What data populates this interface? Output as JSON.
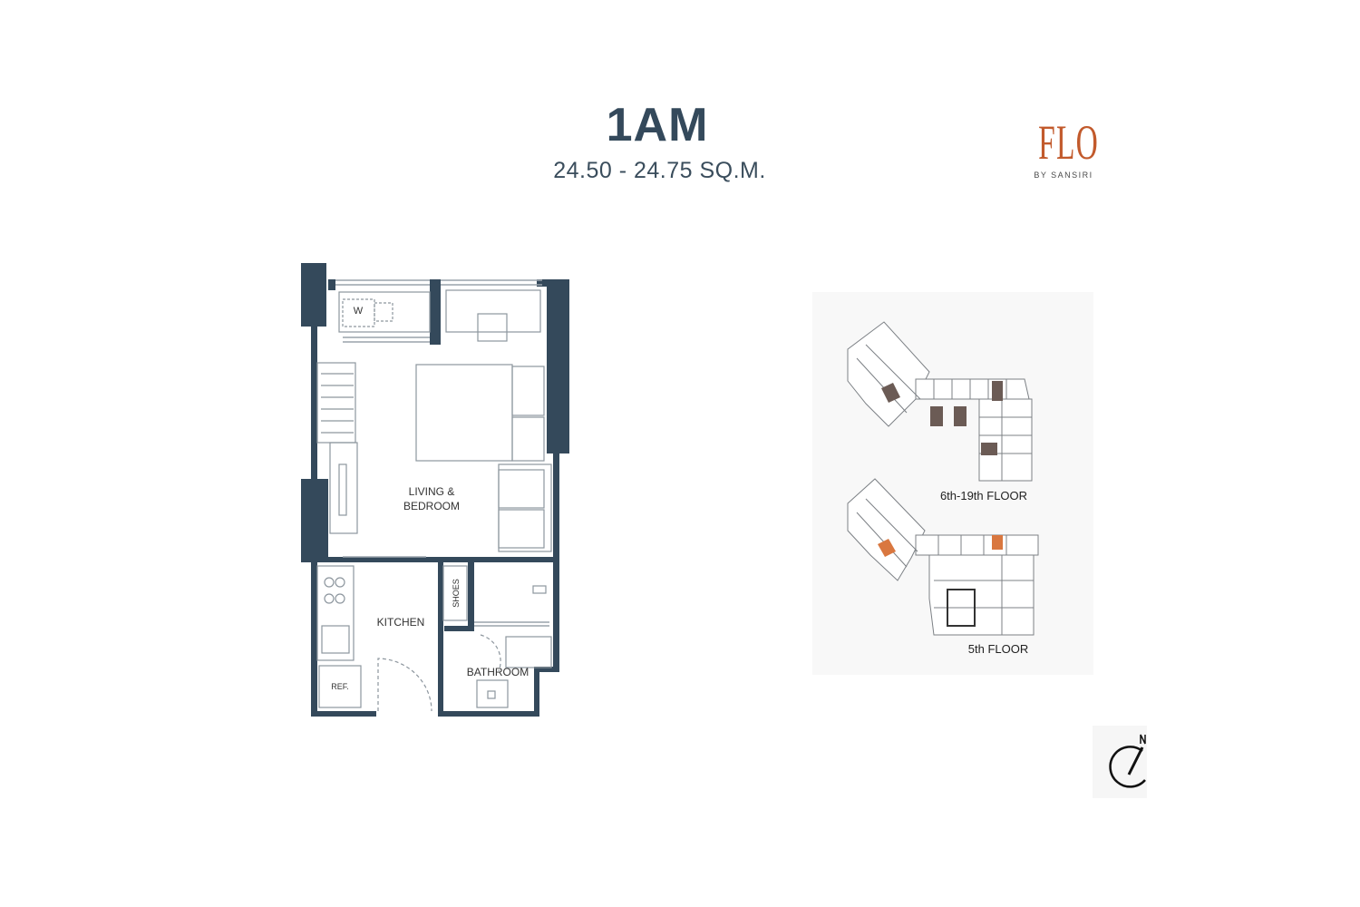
{
  "unit": {
    "title": "1AM",
    "area": "24.50 - 24.75 SQ.M."
  },
  "brand": {
    "name": "FLO",
    "tagline": "BY SANSIRI"
  },
  "floorplan": {
    "rooms": {
      "living_bedroom_line1": "LIVING &",
      "living_bedroom_line2": "BEDROOM",
      "kitchen": "KITCHEN",
      "bathroom": "BATHROOM",
      "shoes": "SHOES",
      "ref": "REF.",
      "washer": "W"
    }
  },
  "keyplan": {
    "upper_label": "6th-19th FLOOR",
    "lower_label": "5th FLOOR"
  },
  "colors": {
    "wall": "#34495b",
    "accent_brand": "#c25a2c",
    "unit_highlight_typical": "#6b5b55",
    "unit_highlight_5th": "#d9773f"
  }
}
